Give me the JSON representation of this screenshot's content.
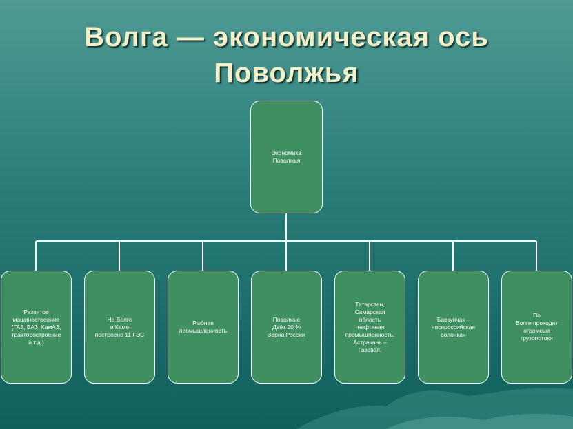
{
  "title": {
    "line1": "Волга — экономическая ось",
    "line2": "Поволжья"
  },
  "root": {
    "label": "Экономика\nПоволжья"
  },
  "children": [
    {
      "label": "Развитое\nмашиностроение\n(ГАЗ, ВАЗ, КамАЗ,\nтракторостроение\nи т.д.)"
    },
    {
      "label": "На Волге\nи Каме\nпостроено 11 ГЭС"
    },
    {
      "label": "Рыбная\nпромышленность"
    },
    {
      "label": "Поволжье\nДаёт 20 %\nЗерна России"
    },
    {
      "label": "Татарстан,\nСамарская\nобласть\n-нефтяная\nпромышленность.\nАстрахань –\nГазовая."
    },
    {
      "label": "Баскунчак –\n«всероссийская\nсолонка»"
    },
    {
      "label": "По\nВолге проходят\nогромные\nгрузопотоки"
    }
  ],
  "colors": {
    "node_fill": "#3f8f60",
    "node_border": "#ffffff",
    "title_text": "#f3efc9",
    "background_top": "#4f9a94",
    "background_bottom": "#0f5f5d"
  }
}
